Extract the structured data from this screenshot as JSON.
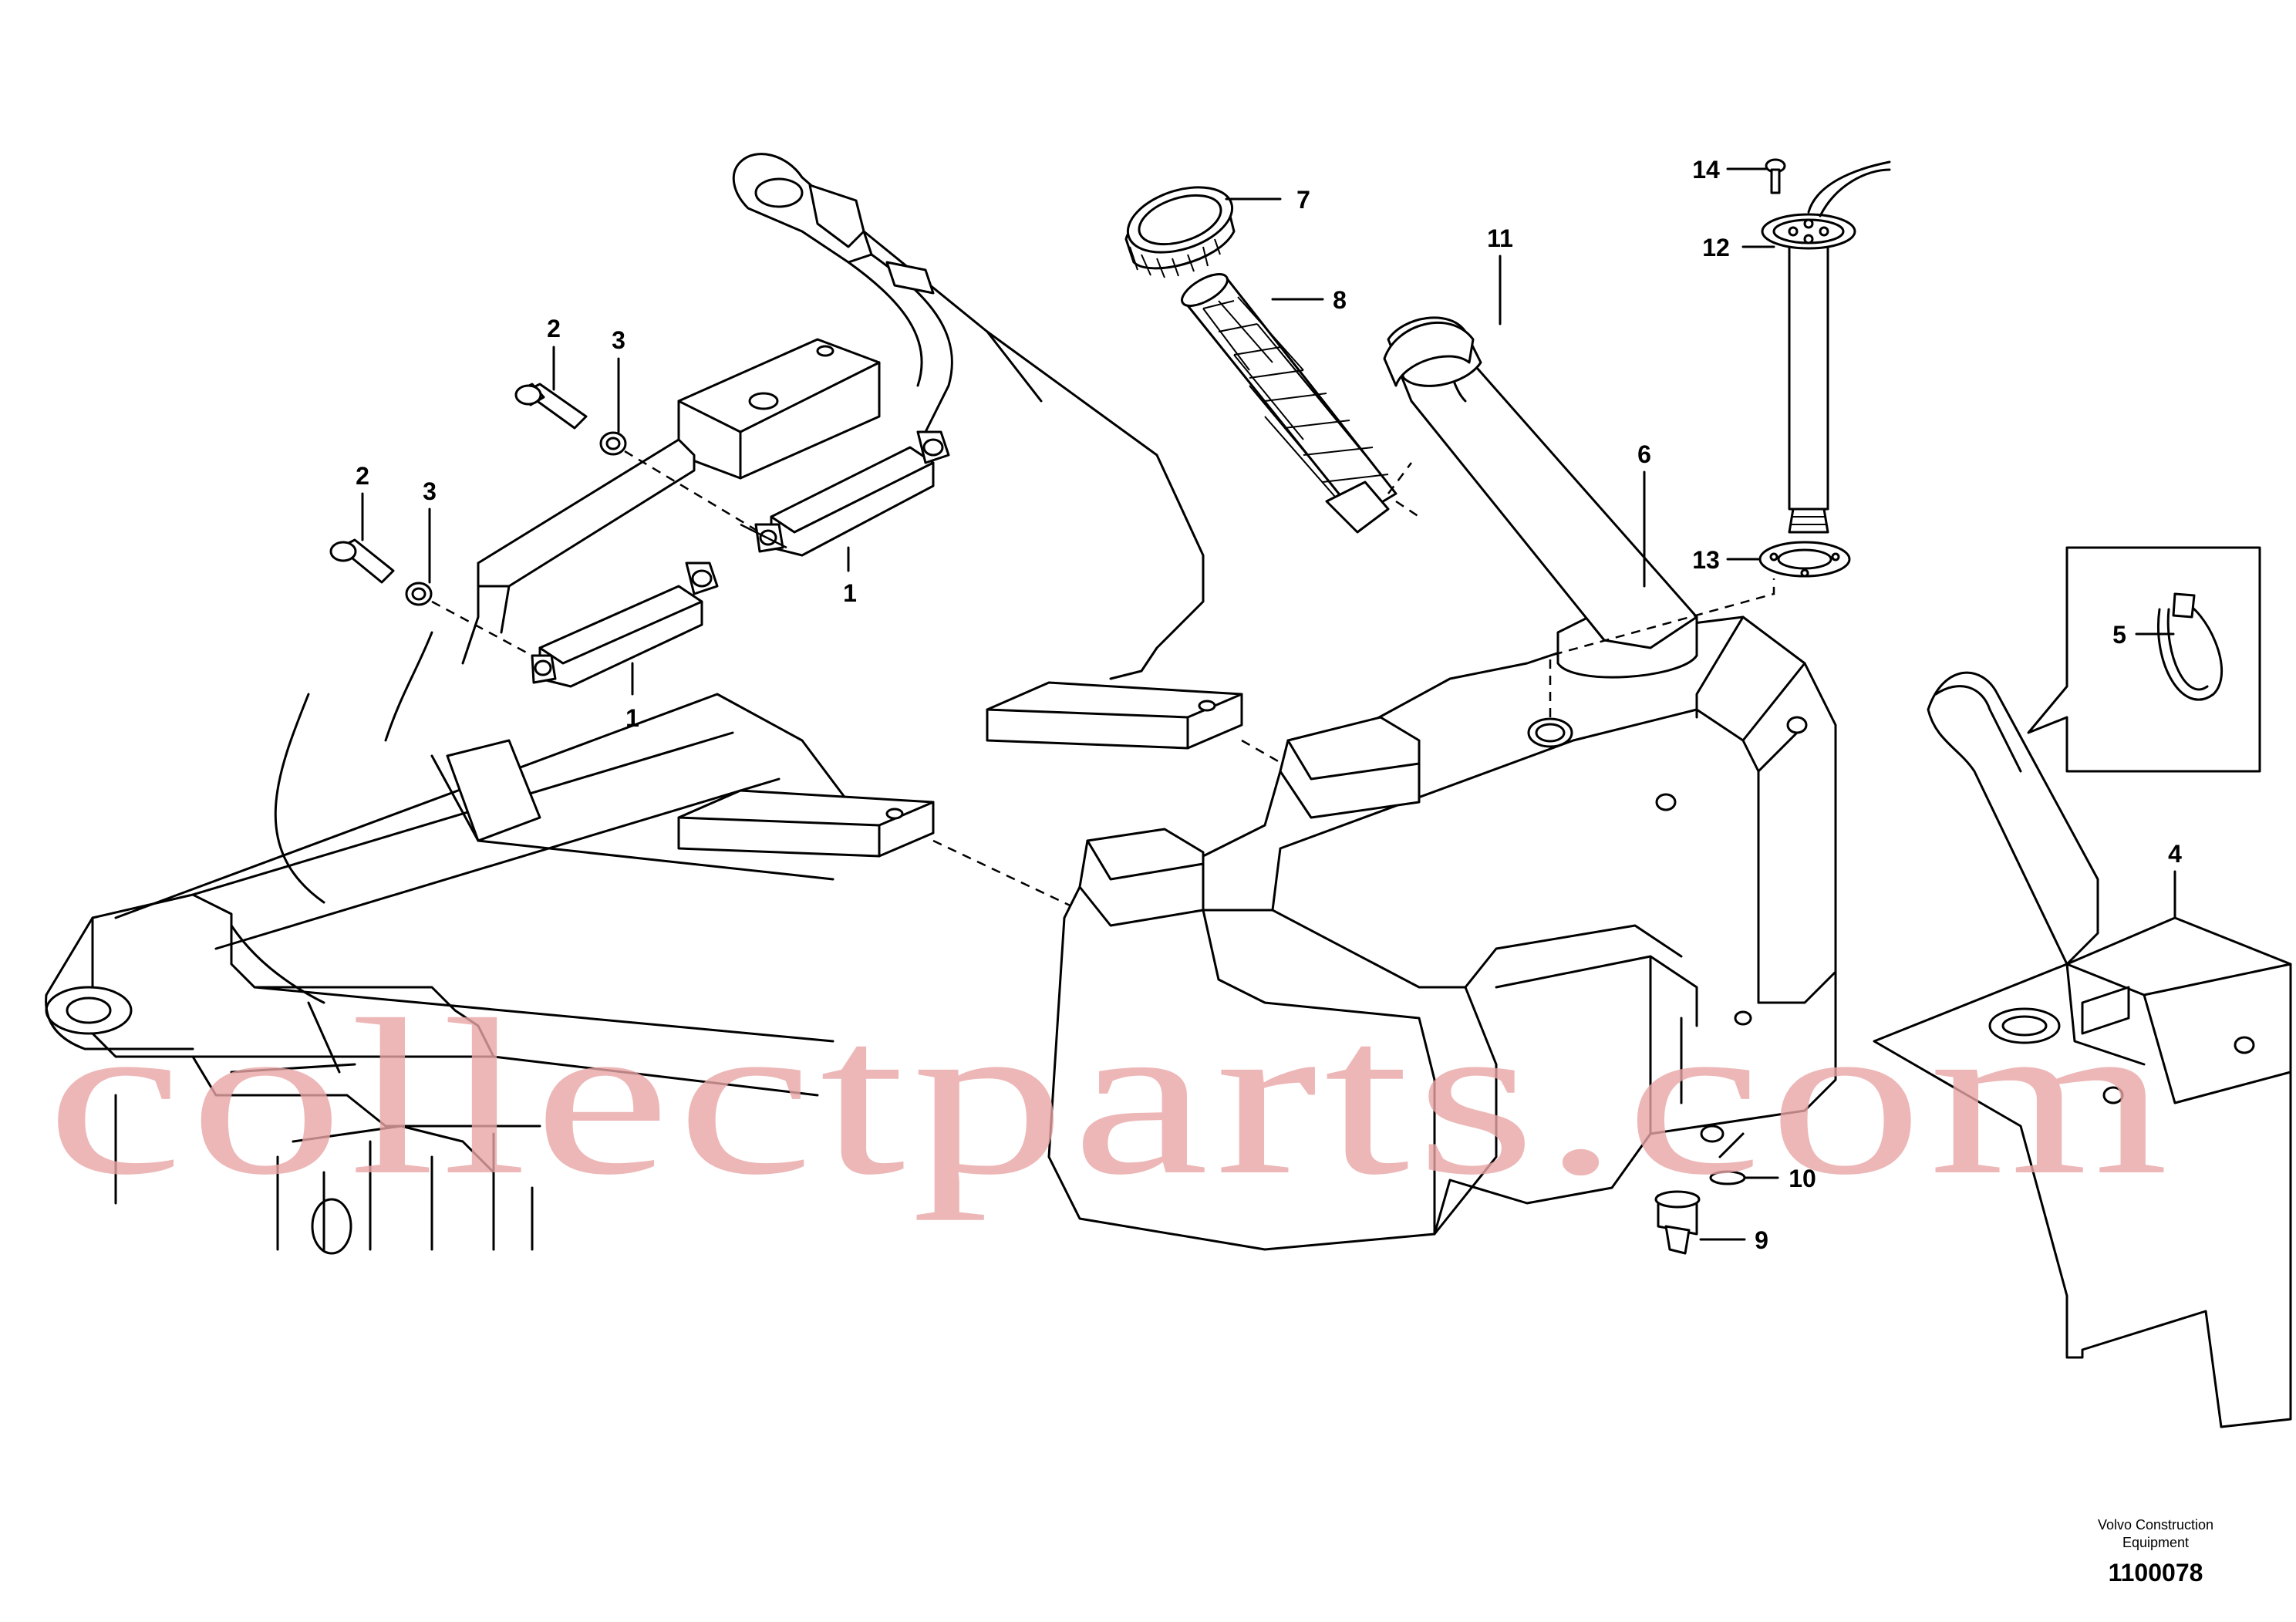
{
  "callouts": {
    "c1a": "1",
    "c1b": "1",
    "c2a": "2",
    "c2b": "2",
    "c3a": "3",
    "c3b": "3",
    "c4": "4",
    "c5": "5",
    "c6": "6",
    "c7": "7",
    "c8": "8",
    "c9": "9",
    "c10": "10",
    "c11": "11",
    "c12": "12",
    "c13": "13",
    "c14": "14"
  },
  "watermark": "collectparts.com",
  "footer": {
    "brand_line1": "Volvo Construction",
    "brand_line2": "Equipment",
    "figure_number": "1100078"
  }
}
